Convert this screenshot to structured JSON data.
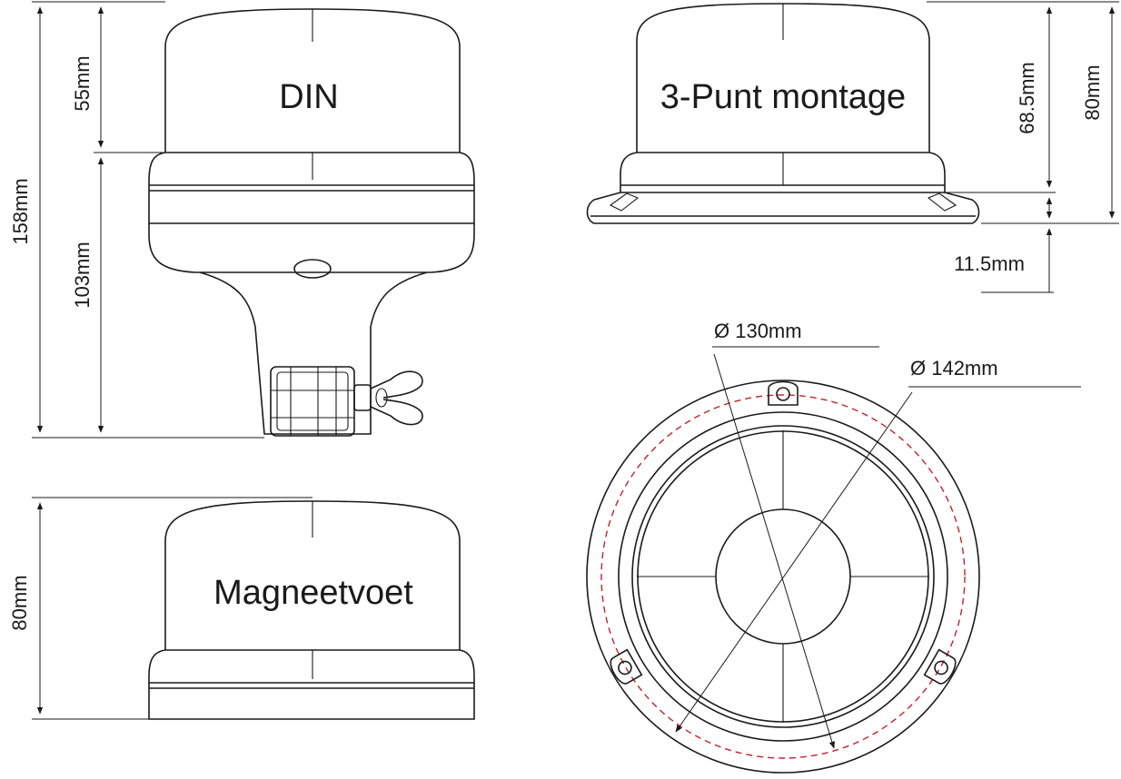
{
  "views": {
    "din": {
      "label": "DIN"
    },
    "three_point": {
      "label": "3-Punt montage"
    },
    "magnet": {
      "label": "Magneetvoet"
    }
  },
  "dimensions": {
    "din_total_height": "158mm",
    "din_dome_height": "55mm",
    "din_base_height": "103mm",
    "three_point_height": "68.5mm",
    "three_point_total_height": "80mm",
    "three_point_flange": "11.5mm",
    "magnet_height": "80mm",
    "inner_diameter": "Ø 130mm",
    "outer_diameter": "Ø 142mm"
  },
  "colors": {
    "line": "#1a1a1a",
    "dashed_circle": "#c0232a"
  }
}
